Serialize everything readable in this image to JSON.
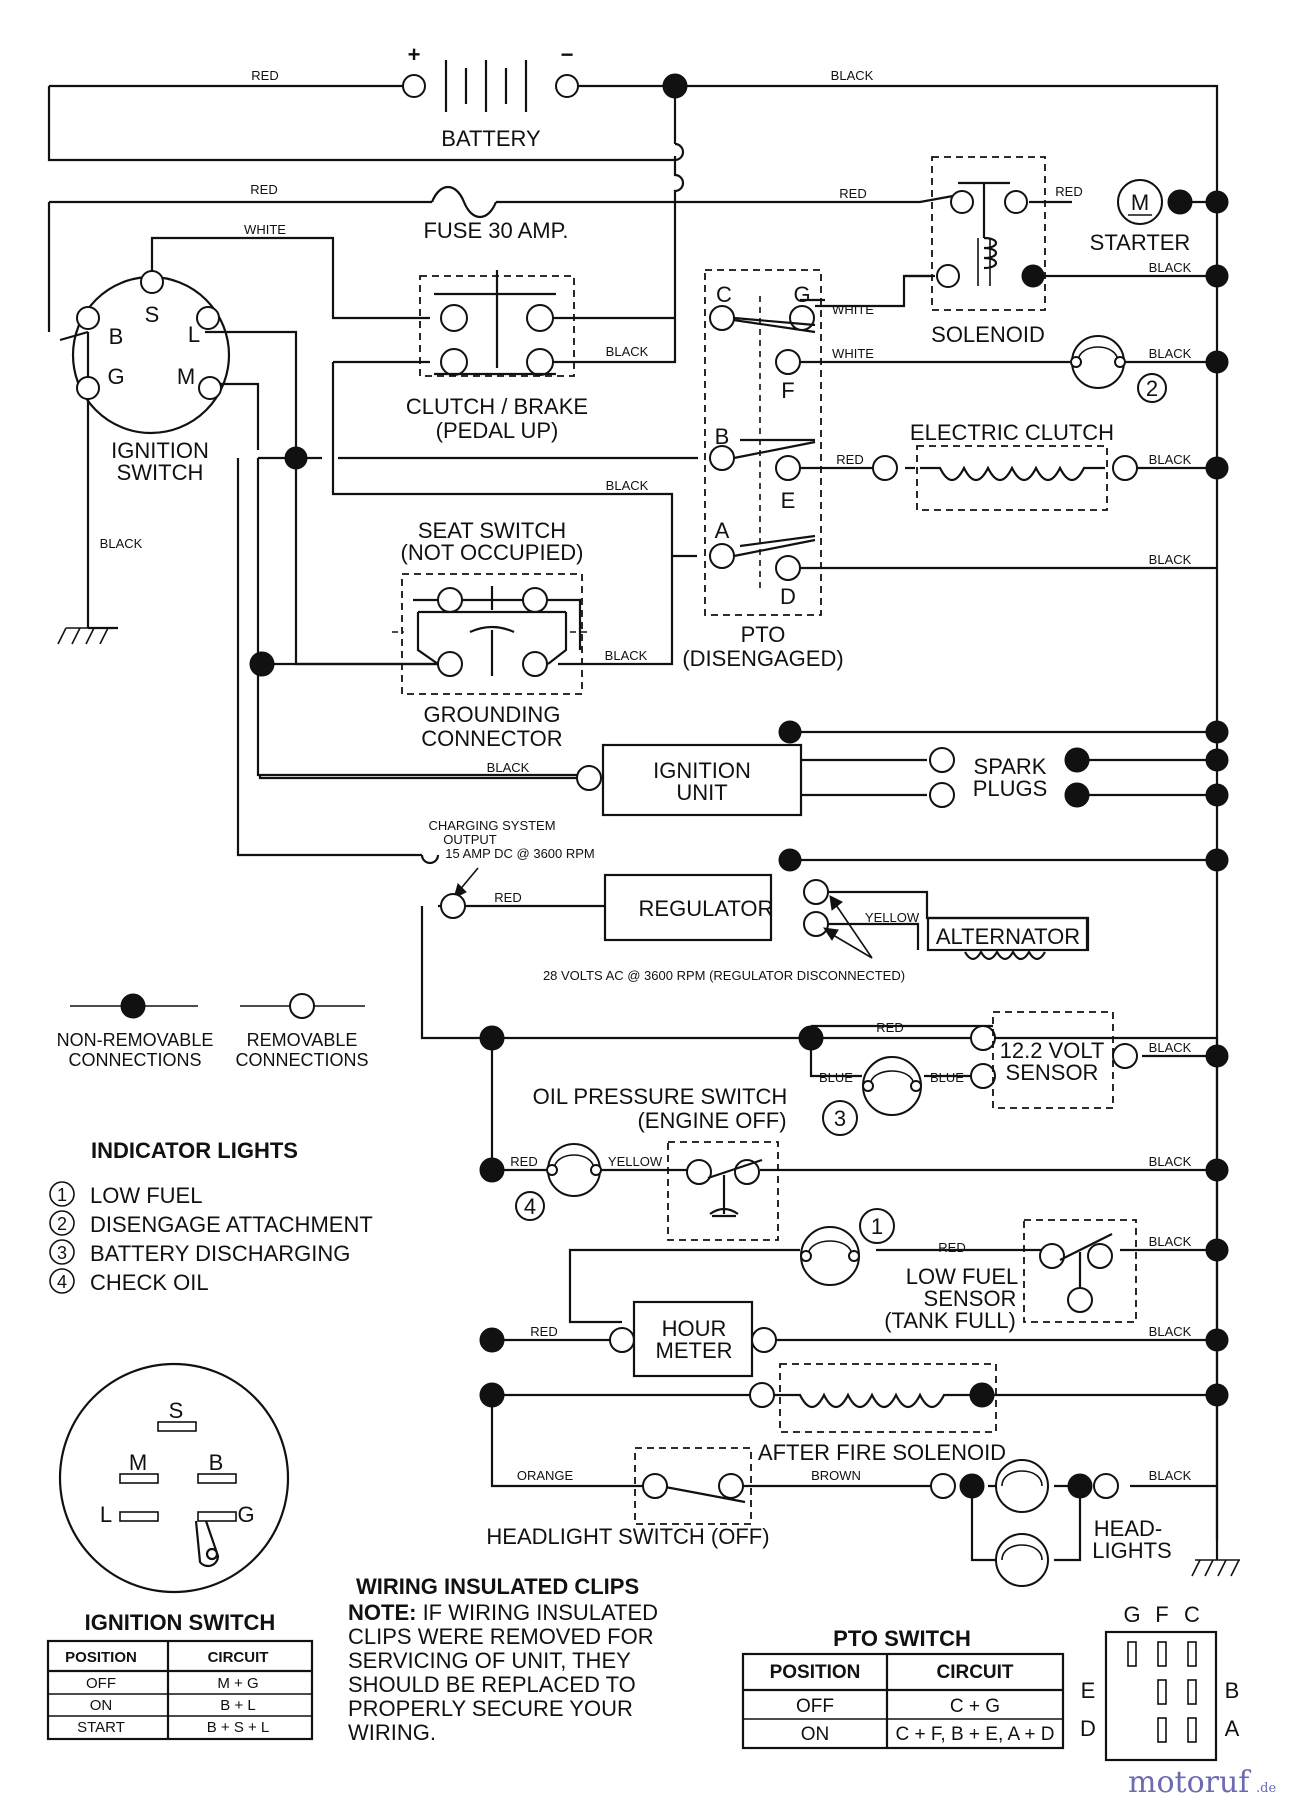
{
  "wires": {
    "red": "RED",
    "black": "BLACK",
    "white": "WHITE",
    "yellow": "YELLOW",
    "blue": "BLUE",
    "orange": "ORANGE",
    "brown": "BROWN"
  },
  "battery": {
    "label": "BATTERY",
    "plus": "+",
    "minus": "−"
  },
  "fuse": {
    "label": "FUSE 30 AMP."
  },
  "solenoid": {
    "label": "SOLENOID"
  },
  "starter": {
    "label": "STARTER",
    "motor": "M"
  },
  "ignition_switch": {
    "label_line1": "IGNITION",
    "label_line2": "SWITCH",
    "terminals": [
      "S",
      "B",
      "L",
      "G",
      "M"
    ]
  },
  "clutch_brake": {
    "line1": "CLUTCH / BRAKE",
    "line2": "(PEDAL UP)"
  },
  "pto": {
    "line1": "PTO",
    "line2": "(DISENGAGED)",
    "terminals": [
      "C",
      "G",
      "F",
      "B",
      "E",
      "A",
      "D"
    ]
  },
  "electric_clutch": {
    "label": "ELECTRIC CLUTCH"
  },
  "seat_switch": {
    "line1": "SEAT SWITCH",
    "line2": "(NOT OCCUPIED)"
  },
  "grounding_connector": {
    "line1": "GROUNDING",
    "line2": "CONNECTOR"
  },
  "ignition_unit": {
    "line1": "IGNITION",
    "line2": "UNIT"
  },
  "spark_plugs": {
    "line1": "SPARK",
    "line2": "PLUGS"
  },
  "charging_note": {
    "line1": "CHARGING SYSTEM",
    "line2": "OUTPUT",
    "line3": "15 AMP DC @ 3600 RPM"
  },
  "regulator": {
    "label": "REGULATOR"
  },
  "alternator": {
    "label": "ALTERNATOR"
  },
  "ac_note": "28 VOLTS AC @ 3600 RPM (REGULATOR DISCONNECTED)",
  "legend": {
    "non_removable_1": "NON-REMOVABLE",
    "non_removable_2": "CONNECTIONS",
    "removable_1": "REMOVABLE",
    "removable_2": "CONNECTIONS"
  },
  "sensor_12v": {
    "line1": "12.2 VOLT",
    "line2": "SENSOR"
  },
  "oil_pressure": {
    "line1": "OIL PRESSURE SWITCH",
    "line2": "(ENGINE OFF)"
  },
  "indicator_lights": {
    "title": "INDICATOR LIGHTS",
    "items": [
      {
        "num": "1",
        "label": "LOW FUEL"
      },
      {
        "num": "2",
        "label": "DISENGAGE ATTACHMENT"
      },
      {
        "num": "3",
        "label": "BATTERY DISCHARGING"
      },
      {
        "num": "4",
        "label": "CHECK OIL"
      }
    ]
  },
  "low_fuel": {
    "line1": "LOW FUEL",
    "line2": "SENSOR",
    "line3": "(TANK FULL)"
  },
  "hour_meter": {
    "line1": "HOUR",
    "line2": "METER"
  },
  "after_fire": {
    "label": "AFTER FIRE SOLENOID"
  },
  "headlight_switch": {
    "label": "HEADLIGHT SWITCH (OFF)"
  },
  "headlights": {
    "line1": "HEAD-",
    "line2": "LIGHTS"
  },
  "switch_face": {
    "S": "S",
    "M": "M",
    "B": "B",
    "L": "L",
    "G": "G"
  },
  "ignition_table": {
    "title": "IGNITION SWITCH",
    "headers": [
      "POSITION",
      "CIRCUIT"
    ],
    "rows": [
      [
        "OFF",
        "M + G"
      ],
      [
        "ON",
        "B + L"
      ],
      [
        "START",
        "B + S + L"
      ]
    ]
  },
  "clips_note": {
    "title": "WIRING INSULATED CLIPS",
    "note_label": "NOTE:",
    "lines": [
      " IF WIRING INSULATED",
      "CLIPS WERE REMOVED FOR",
      "SERVICING OF UNIT, THEY",
      "SHOULD BE REPLACED TO",
      "PROPERLY SECURE YOUR",
      "WIRING."
    ]
  },
  "pto_table": {
    "title": "PTO SWITCH",
    "headers": [
      "POSITION",
      "CIRCUIT"
    ],
    "rows": [
      [
        "OFF",
        "C + G"
      ],
      [
        "ON",
        "C + F, B + E, A + D"
      ]
    ]
  },
  "pto_face": {
    "top": [
      "G",
      "F",
      "C"
    ],
    "left": [
      "E",
      "D"
    ],
    "right": [
      "B",
      "A"
    ]
  },
  "watermark": {
    "main": "motoruf",
    "suffix": ".de"
  }
}
